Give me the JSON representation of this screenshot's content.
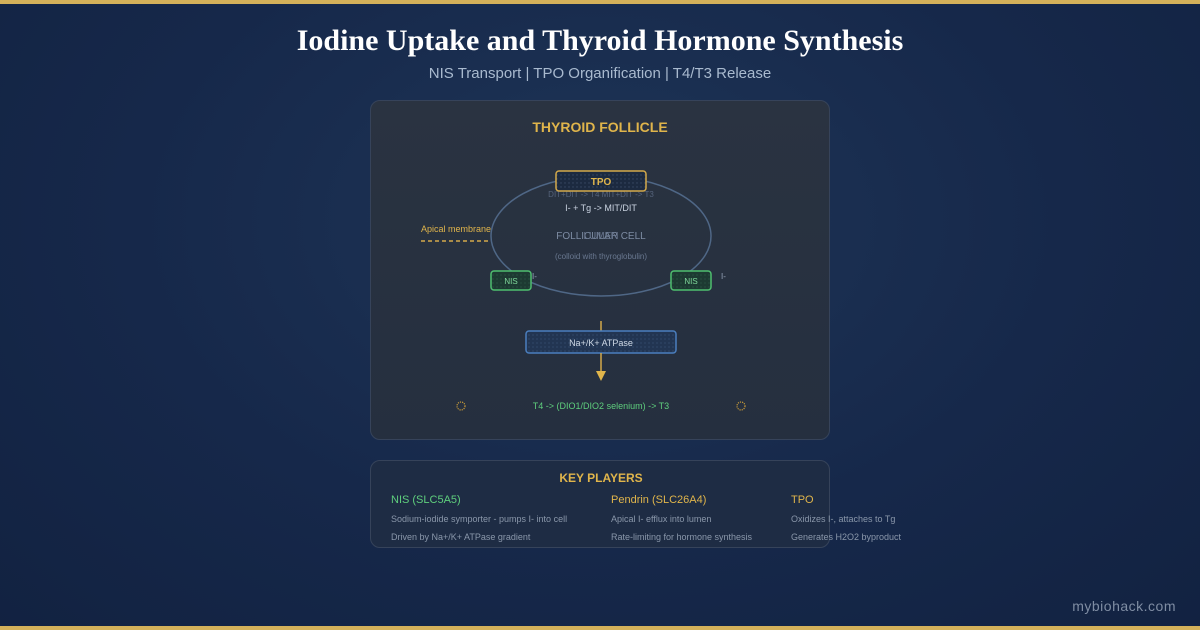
{
  "header": {
    "title": "Iodine Uptake and Thyroid Hormone Synthesis",
    "subtitle": "NIS Transport | TPO Organification | T4/T3 Release"
  },
  "diagram": {
    "panel_title": "THYROID FOLLICLE",
    "tpo_label": "TPO",
    "tpo_reaction_faint": "DIT+DIT -> T4 MIT+DIT -> T3",
    "tpo_reaction": "I- + Tg -> MIT/DIT",
    "apical_label": "Apical membrane",
    "follicle_label_a": "FOLLICULAR CELL",
    "follicle_label_b": "LUMEN",
    "colloid_label": "(colloid with thyroglobulin)",
    "nis_left": "NIS",
    "nis_right": "NIS",
    "iodide_left": "I-",
    "iodide_right": "I-",
    "atpase_label": "Na+/K+ ATPase",
    "conversion_label": "T4 -> (DIO1/DIO2 selenium) -> T3"
  },
  "key_players": {
    "title": "KEY PLAYERS",
    "columns": [
      {
        "heading": "NIS (SLC5A5)",
        "color": "#5fcf7d",
        "lines": [
          "Sodium-iodide symporter - pumps I- into cell",
          "Driven by Na+/K+ ATPase gradient"
        ]
      },
      {
        "heading": "Pendrin (SLC26A4)",
        "color": "#e0b54b",
        "lines": [
          "Apical I- efflux into lumen",
          "Rate-limiting for hormone synthesis"
        ]
      },
      {
        "heading": "TPO",
        "color": "#e0b54b",
        "lines": [
          "Oxidizes I-, attaches to Tg",
          "Generates H2O2 byproduct"
        ]
      }
    ]
  },
  "footer": {
    "watermark": "mybiohack.com"
  },
  "colors": {
    "accent": "#e0b54b",
    "nis": "#5fcf7d",
    "atpase": "#4b7fbf",
    "background": "#16284a"
  }
}
